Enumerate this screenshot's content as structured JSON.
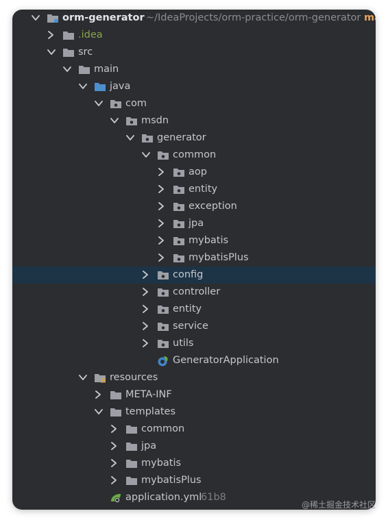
{
  "project_tree": {
    "root": {
      "name": "orm-generator",
      "path": "~/IdeaProjects/orm-practice/orm-generator",
      "branch": "mast"
    },
    "rows": [
      {
        "label": "root",
        "depth": 0,
        "expanded": true,
        "icon": "module-folder-icon",
        "name": "orm-generator"
      },
      {
        "depth": 1,
        "expanded": false,
        "icon": "folder-icon",
        "name": ".idea",
        "style": "idea"
      },
      {
        "depth": 1,
        "expanded": true,
        "icon": "folder-icon",
        "name": "src"
      },
      {
        "depth": 2,
        "expanded": true,
        "icon": "folder-icon",
        "name": "main"
      },
      {
        "depth": 3,
        "expanded": true,
        "icon": "source-folder-icon",
        "name": "java"
      },
      {
        "depth": 4,
        "expanded": true,
        "icon": "package-icon",
        "name": "com"
      },
      {
        "depth": 5,
        "expanded": true,
        "icon": "package-icon",
        "name": "msdn"
      },
      {
        "depth": 6,
        "expanded": true,
        "icon": "package-icon",
        "name": "generator"
      },
      {
        "depth": 7,
        "expanded": true,
        "icon": "package-icon",
        "name": "common"
      },
      {
        "depth": 8,
        "expanded": false,
        "icon": "package-icon",
        "name": "aop"
      },
      {
        "depth": 8,
        "expanded": false,
        "icon": "package-icon",
        "name": "entity"
      },
      {
        "depth": 8,
        "expanded": false,
        "icon": "package-icon",
        "name": "exception"
      },
      {
        "depth": 8,
        "expanded": false,
        "icon": "package-icon",
        "name": "jpa"
      },
      {
        "depth": 8,
        "expanded": false,
        "icon": "package-icon",
        "name": "mybatis"
      },
      {
        "depth": 8,
        "expanded": false,
        "icon": "package-icon",
        "name": "mybatisPlus"
      },
      {
        "depth": 7,
        "expanded": false,
        "icon": "package-icon",
        "name": "config",
        "selected": true
      },
      {
        "depth": 7,
        "expanded": false,
        "icon": "package-icon",
        "name": "controller"
      },
      {
        "depth": 7,
        "expanded": false,
        "icon": "package-icon",
        "name": "entity"
      },
      {
        "depth": 7,
        "expanded": false,
        "icon": "package-icon",
        "name": "service"
      },
      {
        "depth": 7,
        "expanded": false,
        "icon": "package-icon",
        "name": "utils"
      },
      {
        "depth": 7,
        "leaf": true,
        "icon": "spring-class-icon",
        "name": "GeneratorApplication"
      },
      {
        "depth": 3,
        "expanded": true,
        "icon": "resources-folder-icon",
        "name": "resources"
      },
      {
        "depth": 4,
        "expanded": false,
        "icon": "folder-icon",
        "name": "META-INF"
      },
      {
        "depth": 4,
        "expanded": true,
        "icon": "folder-icon",
        "name": "templates"
      },
      {
        "depth": 5,
        "expanded": false,
        "icon": "folder-icon",
        "name": "common"
      },
      {
        "depth": 5,
        "expanded": false,
        "icon": "folder-icon",
        "name": "jpa"
      },
      {
        "depth": 5,
        "expanded": false,
        "icon": "folder-icon",
        "name": "mybatis"
      },
      {
        "depth": 5,
        "expanded": false,
        "icon": "folder-icon",
        "name": "mybatisPlus"
      },
      {
        "depth": 4,
        "leaf": true,
        "icon": "spring-yml-icon",
        "name": "application.yml",
        "size": "61b8"
      }
    ]
  },
  "watermark": "@稀土掘金技术社区",
  "colors": {
    "background": "#2b2d30",
    "selection": "#1d3447",
    "text": "#c5c8cc",
    "folder": "#9ca0a6",
    "source_folder": "#4c8fcf",
    "spring": "#6aaa3f",
    "branch": "#e7a45a",
    "idea_label": "#8aa64a"
  }
}
